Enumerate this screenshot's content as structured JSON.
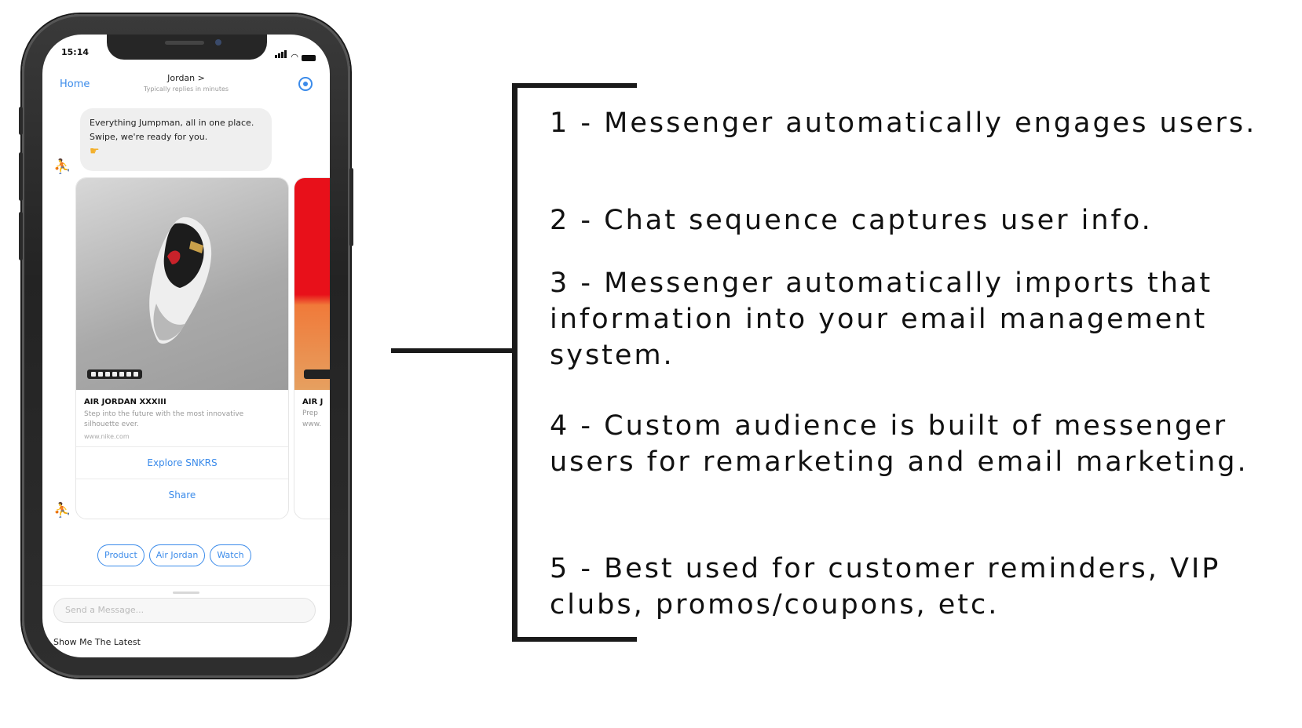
{
  "phone": {
    "status_time": "15:14",
    "header": {
      "home_label": "Home",
      "contact_name": "Jordan >",
      "contact_sub": "Typically replies in minutes"
    },
    "bubble_text": "Everything Jumpman, all in one place. Swipe, we're ready for you.",
    "card": {
      "title": "AIR JORDAN XXXIII",
      "description": "Step into the future with the most innovative silhouette ever.",
      "url": "www.nike.com",
      "explore_label": "Explore SNKRS",
      "share_label": "Share"
    },
    "card2": {
      "title": "AIR J",
      "description": "Prep",
      "url": "www."
    },
    "chips": [
      "Product",
      "Air Jordan",
      "Watch"
    ],
    "input_placeholder": "Send a Message...",
    "persistent_label": "Show Me The Latest"
  },
  "list": [
    "1 - Messenger automatically engages users.",
    "2 - Chat sequence captures user info.",
    "3 - Messenger automatically imports that information into your email management system.",
    "4 - Custom audience is built of messenger users for remarketing and email marketing.",
    "5 - Best used for customer reminders, VIP clubs, promos/coupons, etc."
  ],
  "colors": {
    "accent": "#3b8bea",
    "phone_body": "#2a2a2a",
    "text": "#111111"
  },
  "icons": [
    "settings-icon",
    "jumpman-avatar-icon",
    "hand-emoji-icon",
    "signal-icon",
    "wifi-icon",
    "battery-icon"
  ]
}
